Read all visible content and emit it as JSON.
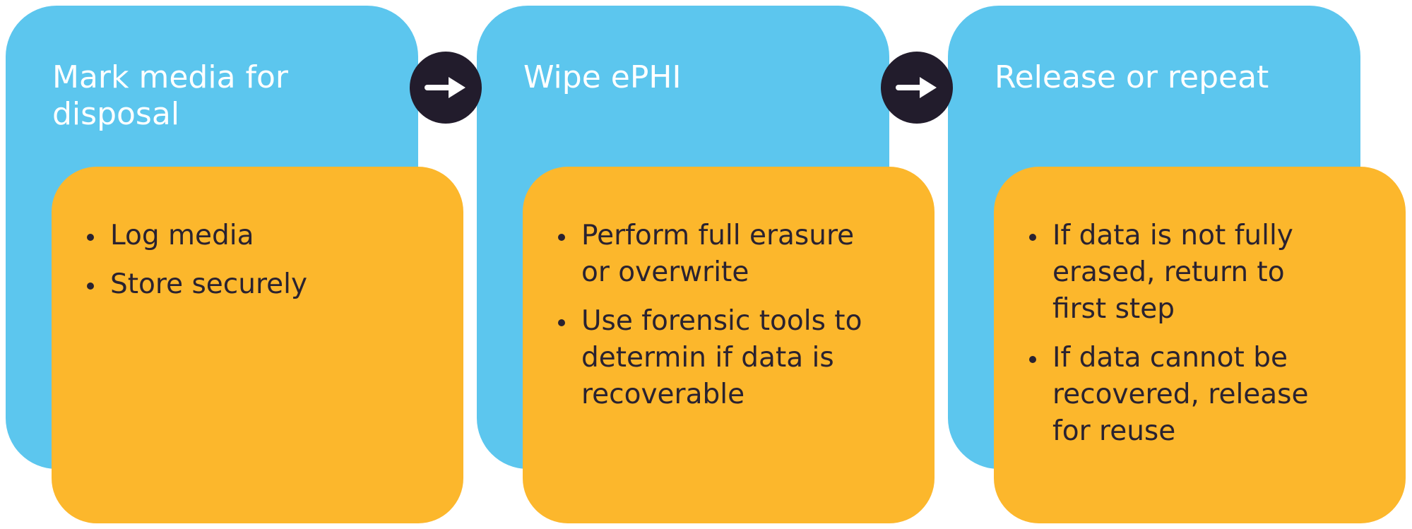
{
  "steps": [
    {
      "title": "Mark media for disposal",
      "bullets": [
        "Log media",
        "Store securely"
      ]
    },
    {
      "title": "Wipe ePHI",
      "bullets": [
        "Perform full erasure or overwrite",
        "Use forensic tools to determin if data is recoverable"
      ]
    },
    {
      "title": "Release or repeat",
      "bullets": [
        "If data is not fully erased, return to first step",
        "If data cannot be recovered, release for reuse"
      ]
    }
  ],
  "colors": {
    "step_card": "#5cc6ee",
    "detail_card": "#fcb72c",
    "arrow_badge": "#221c2c",
    "text_dark": "#2a2230",
    "text_light": "#ffffff"
  },
  "icons": {
    "connector": "arrow-right-icon"
  }
}
